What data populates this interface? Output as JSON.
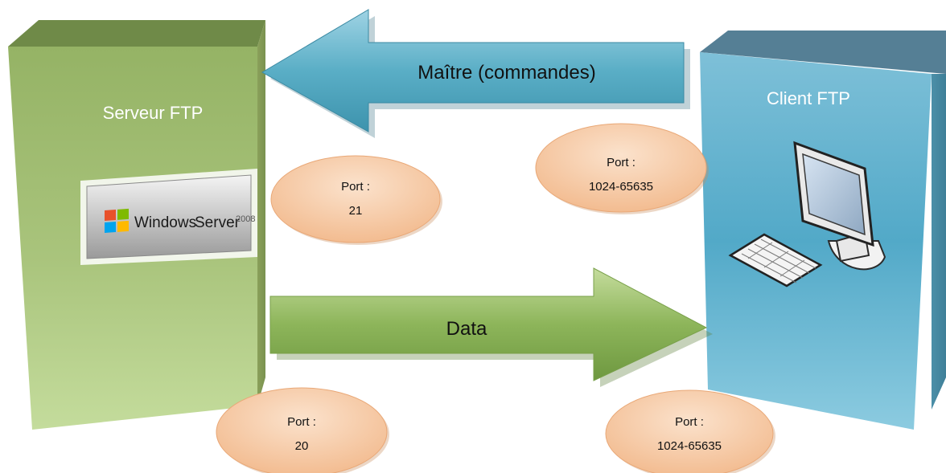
{
  "server": {
    "title": "Serveur FTP",
    "logo": {
      "brand": "Windows",
      "product": "Server",
      "version": "2008"
    }
  },
  "client": {
    "title": "Client FTP",
    "icon": "computer-workstation-icon"
  },
  "arrows": {
    "control": {
      "label": "Maître (commandes)",
      "direction": "client-to-server"
    },
    "data": {
      "label": "Data",
      "direction": "server-to-client"
    }
  },
  "ports": {
    "server_control": {
      "label": "Port :",
      "value": "21"
    },
    "client_control": {
      "label": "Port :",
      "value": "1024-65635"
    },
    "server_data": {
      "label": "Port :",
      "value": "20"
    },
    "client_data": {
      "label": "Port :",
      "value": "1024-65635"
    }
  },
  "colors": {
    "server_box": "#a9c47c",
    "client_box": "#6fb3cc",
    "control_arrow": "#5aaec6",
    "data_arrow": "#8db55a",
    "port_ellipse": "#f6c8a0"
  }
}
